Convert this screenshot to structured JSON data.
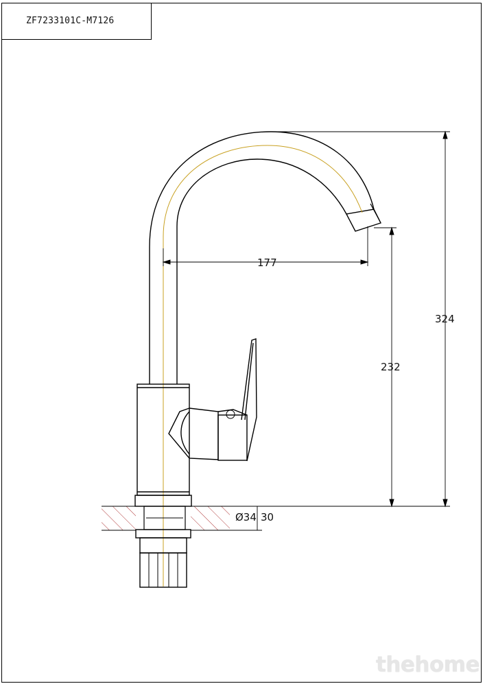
{
  "title_block": {
    "model_code": "ZF7233101C-M7126"
  },
  "dimensions": {
    "spout_reach": "177",
    "spout_height": "232",
    "total_height": "324",
    "thread_diameter": "Ø34",
    "mount_thickness": "30"
  },
  "watermark": "thehome",
  "colors": {
    "outline": "#000000",
    "centerline": "#c8a020",
    "hatch": "#b03a3a"
  }
}
